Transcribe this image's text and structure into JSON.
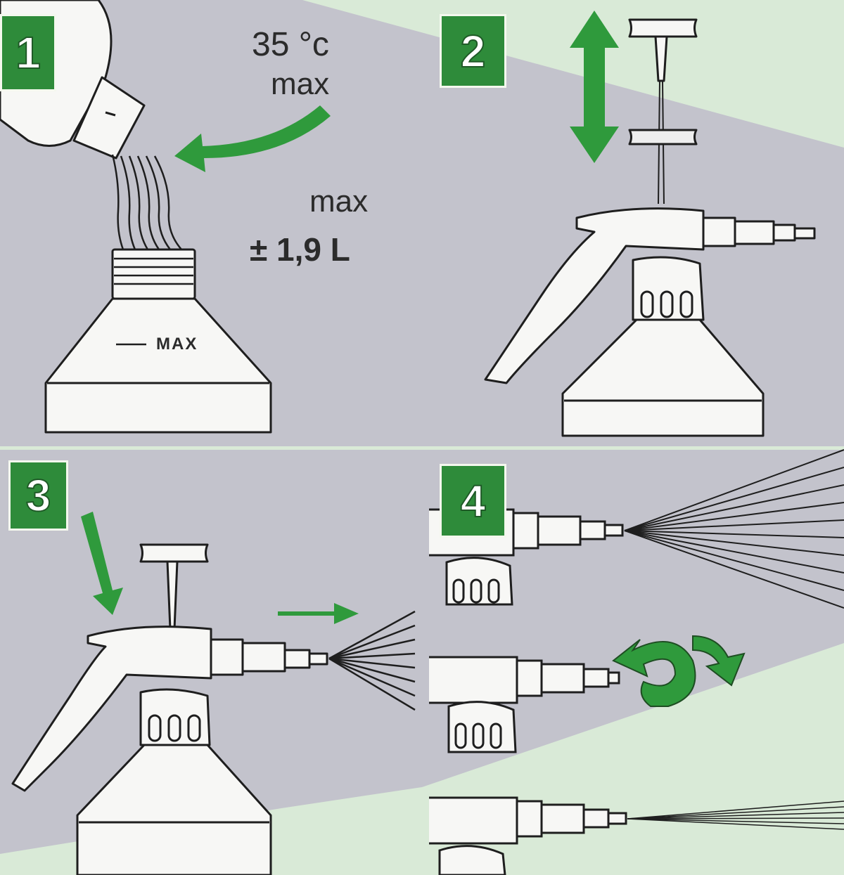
{
  "colors": {
    "background_green": "#d9ead7",
    "panel_gray": "#c3c3cc",
    "step_green": "#2e8b3a",
    "arrow_green": "#2f9a3c",
    "line": "#1e1e1e",
    "bottle_white": "#f7f7f5"
  },
  "steps": [
    {
      "number": "1"
    },
    {
      "number": "2"
    },
    {
      "number": "3"
    },
    {
      "number": "4"
    }
  ],
  "step1": {
    "temperature": "35 °c",
    "temperature_note": "max",
    "capacity_label": "max",
    "capacity_value": "± 1,9 L",
    "fill_mark": "MAX"
  },
  "icons": [
    "pour-bottle-icon",
    "pressure-sprayer-icon",
    "pump-arrow-icon",
    "spray-cone-icon",
    "rotate-arrow-icon"
  ]
}
